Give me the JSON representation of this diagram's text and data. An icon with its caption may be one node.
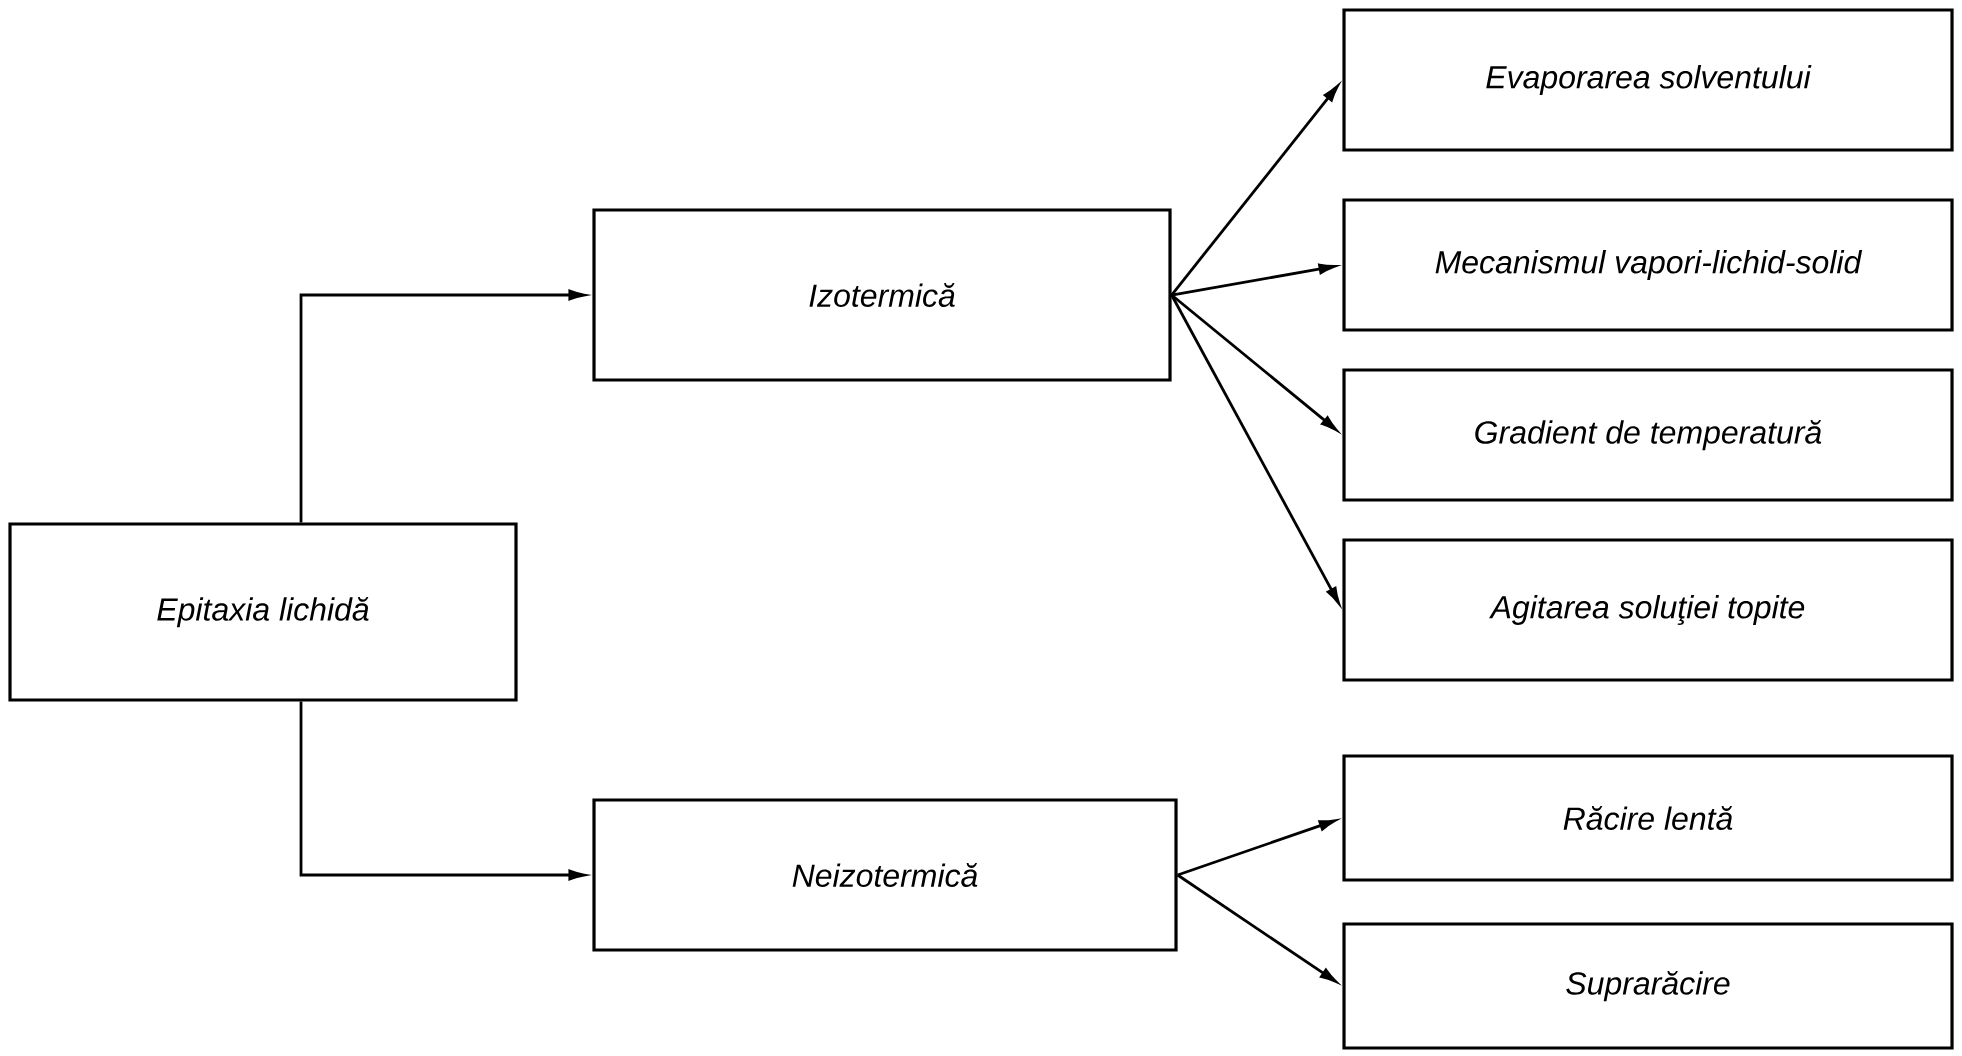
{
  "diagram": {
    "nodes": [
      {
        "text": [
          "Epitaxia lichidă"
        ]
      },
      {
        "text": [
          "Izotermică"
        ]
      },
      {
        "text": [
          "Neizotermică"
        ]
      },
      {
        "text": [
          "Evaporarea solventului"
        ]
      },
      {
        "text": [
          "Mecanismul vapori-lichid-solid"
        ]
      },
      {
        "text": [
          "Gradient de temperatură"
        ]
      },
      {
        "text": [
          "Agitarea soluţiei topite"
        ]
      },
      {
        "text": [
          "Răcire lentă"
        ]
      },
      {
        "text": [
          "Suprarăcire"
        ]
      }
    ],
    "edges": [
      {
        "from": 0,
        "to": 1,
        "arrow": "to"
      },
      {
        "from": 0,
        "to": 2,
        "arrow": "to"
      },
      {
        "from": 1,
        "to": 3,
        "arrow": "to"
      },
      {
        "from": 1,
        "to": 4,
        "arrow": "to"
      },
      {
        "from": 1,
        "to": 5,
        "arrow": "to"
      },
      {
        "from": 1,
        "to": 6,
        "arrow": "to"
      },
      {
        "from": 2,
        "to": 7,
        "arrow": "to"
      },
      {
        "from": 2,
        "to": 8,
        "arrow": "to"
      }
    ]
  }
}
